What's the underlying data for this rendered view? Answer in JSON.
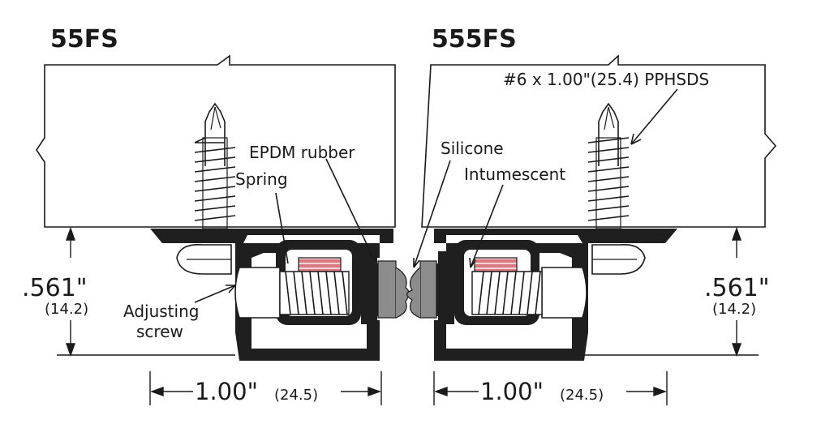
{
  "diagram": {
    "left_title": "55FS",
    "right_title": "555FS",
    "screw_spec": "#6 x 1.00\"(25.4) PPHSDS",
    "labels": {
      "epdm": "EPDM rubber",
      "spring": "Spring",
      "silicone": "Silicone",
      "intumescent": "Intumescent",
      "adjusting_line1": "Adjusting",
      "adjusting_line2": "screw"
    },
    "dims": {
      "left_height_imperial": ".561\"",
      "left_height_metric": "(14.2)",
      "right_height_imperial": ".561\"",
      "right_height_metric": "(14.2)",
      "left_width_imperial": "1.00\"",
      "left_width_metric": "(24.5)",
      "right_width_imperial": "1.00\"",
      "right_width_metric": "(24.5)"
    },
    "colors": {
      "outline": "#1a1a1a",
      "housing": "#1f1f1f",
      "gasket": "#8c8c8c",
      "intumescent_fill": "#d97a82",
      "intumescent_stripe": "#f4d3d6",
      "door_fill": "#ffffff"
    }
  }
}
